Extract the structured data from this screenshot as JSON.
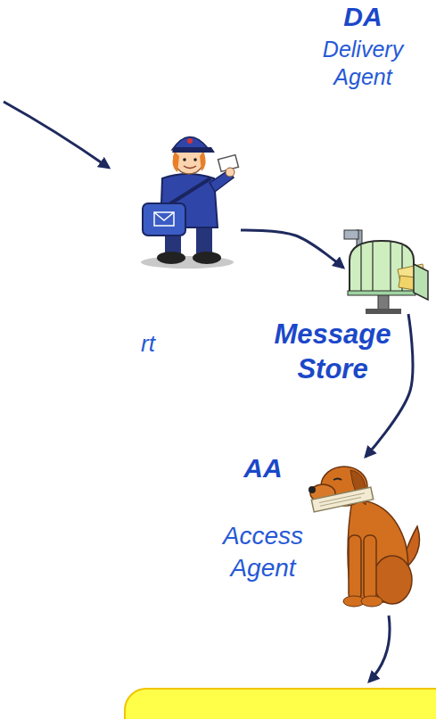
{
  "diagram": {
    "nodes": [
      {
        "text": [
          "DA",
          "Delivery Agent"
        ]
      },
      {
        "text": [
          "Message Store"
        ]
      },
      {
        "text": [
          "AA",
          "Access Agent"
        ]
      }
    ],
    "edges": [
      {
        "from": 0,
        "to": 1,
        "arrow": "to"
      },
      {
        "from": 1,
        "to": 2,
        "arrow": "to"
      }
    ],
    "labels": [
      "rt"
    ]
  }
}
